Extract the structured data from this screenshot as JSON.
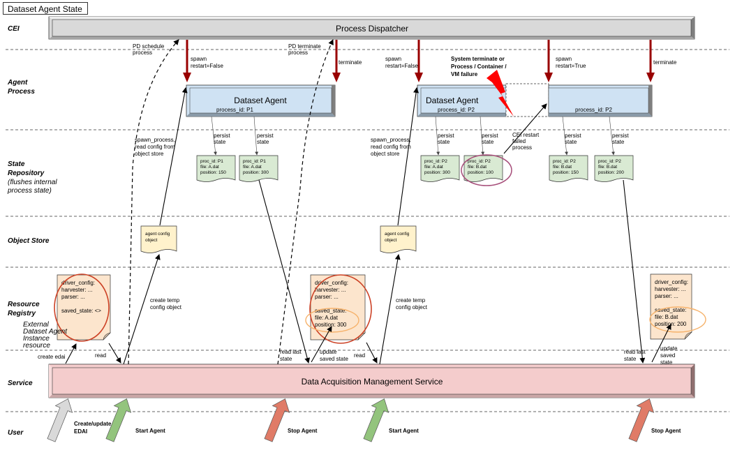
{
  "title": "Dataset Agent State",
  "lanes": [
    {
      "id": "cei",
      "label": "CEI"
    },
    {
      "id": "agent",
      "label": "Agent\nProcess"
    },
    {
      "id": "state",
      "label": "State\nRepository",
      "sublabel": "(flushes internal\nprocess state)"
    },
    {
      "id": "objstore",
      "label": "Object Store"
    },
    {
      "id": "registry",
      "label": "Resource\nRegistry"
    },
    {
      "id": "service",
      "label": "Service"
    },
    {
      "id": "user",
      "label": "User"
    }
  ],
  "process_dispatcher": {
    "label": "Process Dispatcher"
  },
  "service_bar": {
    "label": "Data Acquisition Management Service"
  },
  "agents": [
    {
      "title": "Dataset Agent",
      "process_id": "process_id: P1"
    },
    {
      "title": "Dataset Agent",
      "process_id": "process_id: P2"
    },
    {
      "title": "",
      "process_id": "process_id: P2"
    }
  ],
  "cei_calls": [
    {
      "label": "spawn\nrestart=False"
    },
    {
      "label": "terminate"
    },
    {
      "label": "spawn\nrestart=False"
    },
    {
      "label": "spawn\nrestart=True"
    },
    {
      "label": "terminate"
    }
  ],
  "pd_labels": [
    {
      "label": "PD schedule\nprocess"
    },
    {
      "label": "PD terminate\nprocess"
    }
  ],
  "failure": {
    "label": "System terminate or\nProcess / Container /\nVM failure",
    "restart_label": "CEI restart\nfailed\nprocess"
  },
  "persist_label": "persist\nstate",
  "spawn_process_label": "spawn_process,\nread config from\nobject store",
  "state_docs": [
    {
      "proc_id": "proc_id: P1",
      "file": "file: A.dat",
      "position": "position: 150"
    },
    {
      "proc_id": "proc_id: P1",
      "file": "file: A.dat",
      "position": "position: 300"
    },
    {
      "proc_id": "proc_id: P2",
      "file": "file: A.dat",
      "position": "position: 300"
    },
    {
      "proc_id": "proc_id: P2",
      "file": "file: B.dat",
      "position": "position: 100"
    },
    {
      "proc_id": "proc_id: P2",
      "file": "file: B.dat",
      "position": "position: 150"
    },
    {
      "proc_id": "proc_id: P2",
      "file": "file: B.dat",
      "position": "position: 200"
    }
  ],
  "config_objects": [
    {
      "label": "agent config\nobject"
    },
    {
      "label": "agent config\nobject"
    }
  ],
  "edai_docs": [
    {
      "lines": [
        "driver_config:",
        "  harvester: ...",
        "  parser: ...",
        "",
        "saved_state: <>"
      ]
    },
    {
      "lines": [
        "driver_config:",
        "  harvester: ...",
        "  parser: ...",
        "",
        "saved_state:",
        "  file: A.dat",
        "  position: 300"
      ]
    },
    {
      "lines": [
        "driver_config:",
        "  harvester: ...",
        "  parser: ...",
        "",
        "saved_state:",
        "  file: B.dat",
        "  position: 200"
      ]
    }
  ],
  "edai_caption": "External\nDataset Agent\nInstance\nresource",
  "service_labels": {
    "create_edai": "create edai",
    "read": "read",
    "create_temp": "create temp\nconfig object",
    "read_last_state": "read last\nstate",
    "update_saved_state": "update\nsaved state",
    "update_saved_state_2": "update\nsaved\nstate"
  },
  "user_actions": [
    {
      "label": "Create/update\nEDAI",
      "color": "#d9d9d9"
    },
    {
      "label": "Start Agent",
      "color": "#93c47d"
    },
    {
      "label": "Stop Agent",
      "color": "#e07b67"
    },
    {
      "label": "Start Agent",
      "color": "#93c47d"
    },
    {
      "label": "Stop Agent",
      "color": "#e07b67"
    }
  ],
  "colors": {
    "cei_bar": "#d9d9d9",
    "agent_box": "#cfe2f3",
    "service_bar": "#f4cccc",
    "state_doc": "#d9ead3",
    "config_obj": "#fff2cc",
    "edai_doc": "#fce5cd",
    "dark_red": "#990000",
    "lightning": "#ff0000",
    "circle_red": "#cc4125",
    "circle_purple": "#a64d79",
    "circle_orange": "#f6b26b"
  }
}
